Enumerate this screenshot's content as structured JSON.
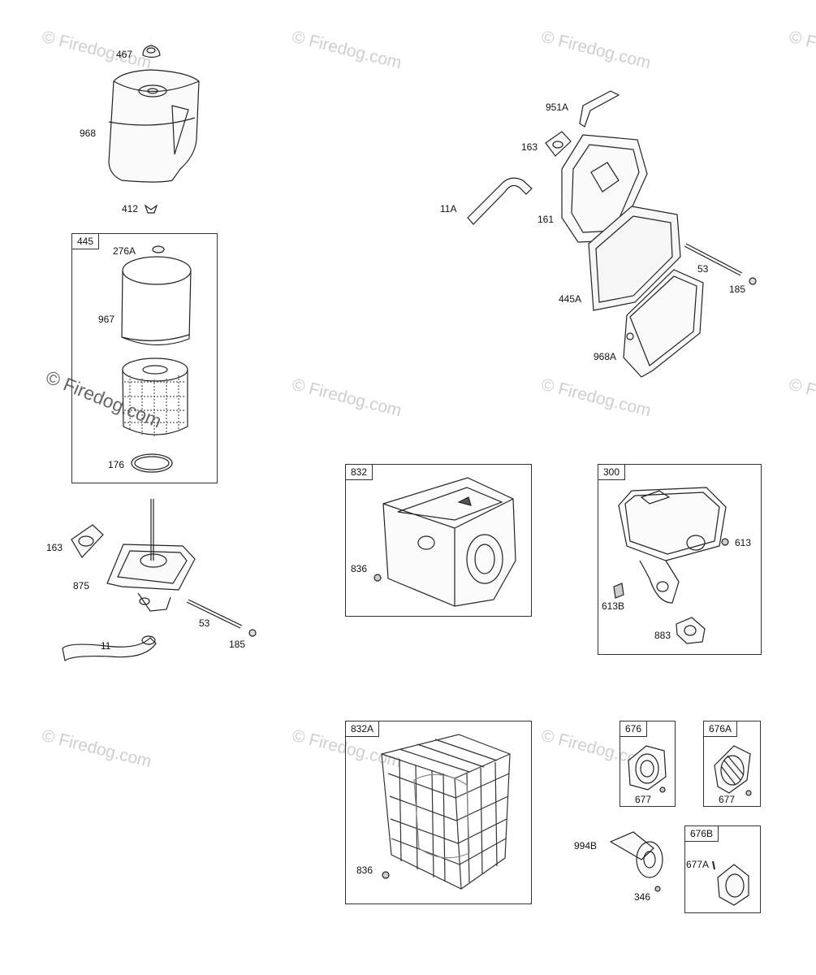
{
  "watermarks": [
    "© Firedog.com",
    "© Firedog.com",
    "© Firedog.com",
    "© Firedog.com",
    "© Firedog.com",
    "© Firedog.com",
    "© Firedog.com",
    "© Firedog.com",
    "© Firedog.com",
    "© Firedog.com",
    "© Firedog.com"
  ],
  "left_column": {
    "cover": {
      "p467": "467",
      "p968": "968",
      "p412": "412"
    },
    "filter_kit": {
      "title": "445",
      "p276A": "276A",
      "p967": "967",
      "p176": "176"
    },
    "base": {
      "p163": "163",
      "p875": "875",
      "p53": "53",
      "p185": "185",
      "p11": "11"
    }
  },
  "upper_right": {
    "p951A": "951A",
    "p163": "163",
    "p11A": "11A",
    "p161": "161",
    "p53": "53",
    "p185": "185",
    "p445A": "445A",
    "p968A": "968A"
  },
  "box_832": {
    "title": "832",
    "p836": "836"
  },
  "box_300": {
    "title": "300",
    "p613": "613",
    "p613B": "613B",
    "p883": "883"
  },
  "box_832A": {
    "title": "832A",
    "p836": "836"
  },
  "box_676": {
    "title": "676",
    "p677": "677"
  },
  "box_676A": {
    "title": "676A",
    "p677": "677"
  },
  "box_676B": {
    "title": "676B",
    "p677A": "677A"
  },
  "loose": {
    "p994B": "994B",
    "p346": "346"
  }
}
